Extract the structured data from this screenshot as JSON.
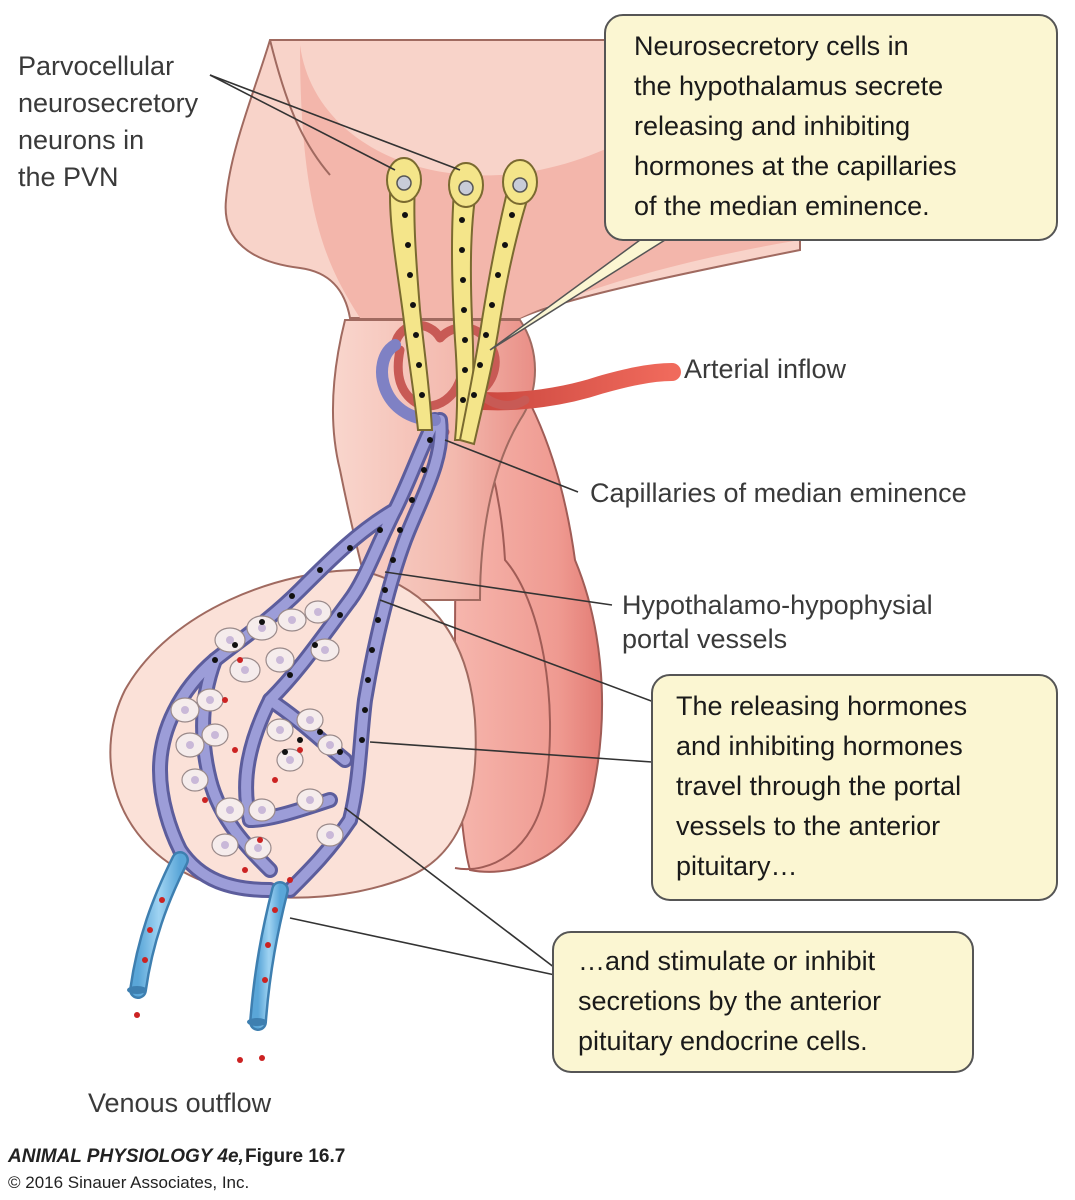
{
  "labels": {
    "pvn": [
      "Parvocellular",
      "neurosecretory",
      "neurons in",
      "the PVN"
    ],
    "arterial_inflow": "Arterial inflow",
    "capillaries": "Capillaries of median eminence",
    "portal_vessels": [
      "Hypothalamo-hypophysial",
      "portal vessels"
    ],
    "venous_outflow": "Venous outflow"
  },
  "callouts": {
    "top": [
      "Neurosecretory cells in",
      "the hypothalamus secrete",
      "releasing and inhibiting",
      "hormones at the capillaries",
      "of the median eminence."
    ],
    "middle": [
      "The releasing hormones",
      "and inhibiting hormones",
      "travel through the portal",
      "vessels to the anterior",
      "pituitary…"
    ],
    "bottom": [
      "…and stimulate or inhibit",
      "secretions by the anterior",
      "pituitary endocrine cells."
    ]
  },
  "credit": {
    "book": "ANIMAL PHYSIOLOGY 4e,",
    "figure": "Figure 16.7",
    "copyright": "© 2016 Sinauer Associates, Inc."
  },
  "colors": {
    "callout_fill": "#fbf6d2",
    "tissue_pink": "#f6c9bf",
    "tissue_dark": "#ee9a90",
    "neuron_yellow": "#f4e58a",
    "portal_purple": "#8e8fd0",
    "artery_red": "#d9544a",
    "vein_blue": "#7cc0e8"
  }
}
